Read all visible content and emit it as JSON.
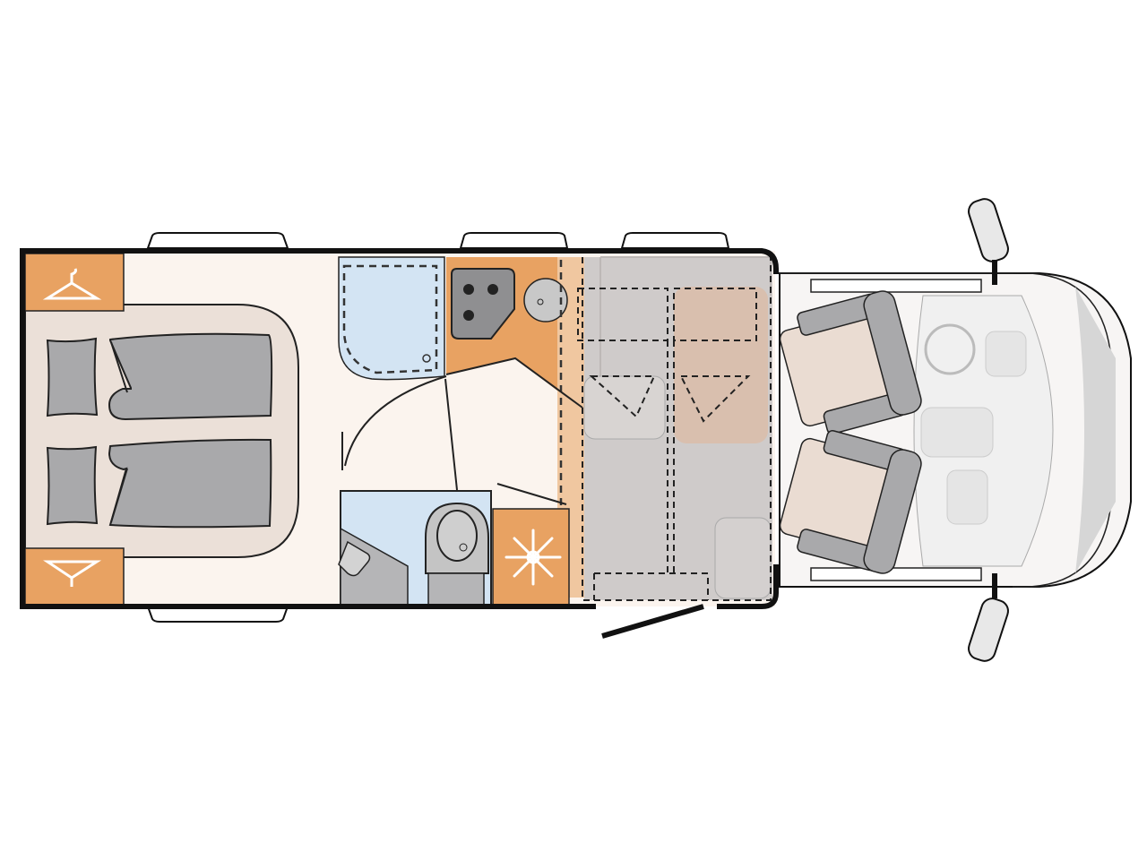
{
  "diagram": {
    "type": "motorhome-floor-plan",
    "orientation": "cab-right",
    "colors": {
      "background": "#ffffff",
      "floor": "#fbf4ee",
      "bed_area": "#ebe0d8",
      "cabinet_orange": "#e8a262",
      "cabinet_light_orange": "#f0c7a0",
      "wet_blue": "#d3e4f3",
      "upholstery_grey": "#a9a9ab",
      "seat_cushion": "#eadcd2",
      "dinette_grey": "#cfcbca",
      "dinette_beige": "#d9bfae",
      "wall": "#111111",
      "cab_fill": "#f3f3f3"
    },
    "zones": [
      {
        "id": "wardrobe-top",
        "icon": "hanger-icon"
      },
      {
        "id": "wardrobe-bottom",
        "icon": "hanger-icon"
      },
      {
        "id": "double-bed",
        "icon": "bed-icon"
      },
      {
        "id": "shower",
        "icon": "shower-tray-icon"
      },
      {
        "id": "kitchen",
        "icon": "hob-icon"
      },
      {
        "id": "sink",
        "icon": "sink-icon"
      },
      {
        "id": "washroom",
        "icon": "toilet-icon"
      },
      {
        "id": "fridge",
        "icon": "snowflake-icon"
      },
      {
        "id": "dinette",
        "icon": "table-icon"
      },
      {
        "id": "cab",
        "icon": "swivel-seat-icon"
      },
      {
        "id": "entrance-door",
        "icon": "door-icon"
      }
    ]
  }
}
